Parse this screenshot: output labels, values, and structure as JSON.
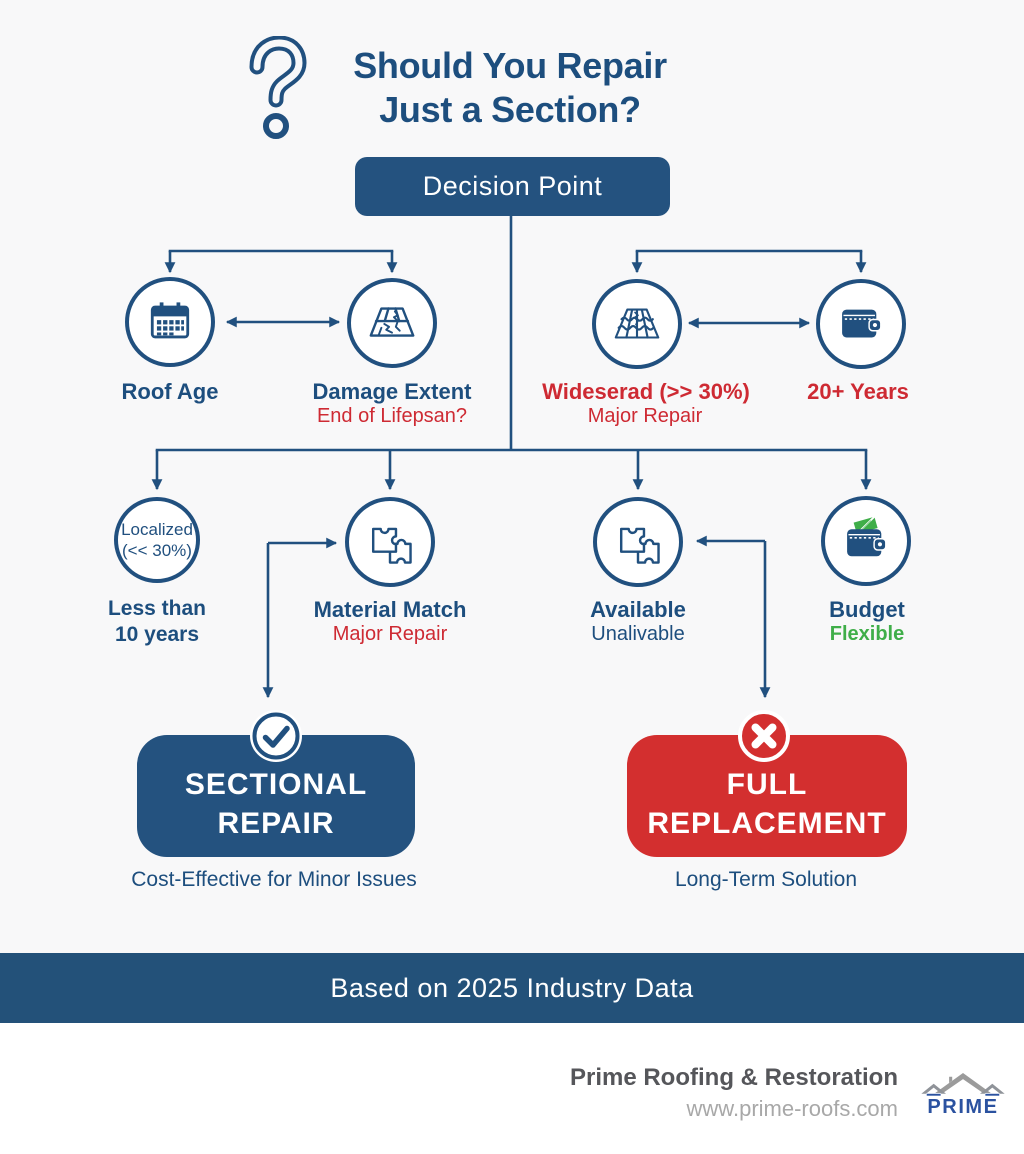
{
  "colors": {
    "blue": "#21507f",
    "text_blue": "#1d4e7e",
    "red_text": "#ce2a33",
    "box_red": "#d32f2f",
    "green": "#3fae49",
    "band_blue": "#235179"
  },
  "header": {
    "title_line1": "Should You Repair",
    "title_line2": "Just a Section?"
  },
  "decision": {
    "label": "Decision Point"
  },
  "factors_top": [
    {
      "icon": "calendar-icon",
      "label": "Roof Age",
      "sublabel": ""
    },
    {
      "icon": "damaged-roof-icon",
      "label": "Damage Extent",
      "sublabel": "End of Lifepsan?"
    },
    {
      "icon": "tile-roof-icon",
      "label": "Wideserad (>> 30%)",
      "sublabel": "Major Repair"
    },
    {
      "icon": "wallet-icon",
      "label": "20+ Years",
      "sublabel": ""
    }
  ],
  "factors_bottom": [
    {
      "icon": "localized-circle",
      "circle_line1": "Localized",
      "circle_line2": "(<< 30%)",
      "label_line1": "Less than",
      "label_line2": "10 years"
    },
    {
      "icon": "puzzle-icon",
      "label": "Material Match",
      "sublabel": "Major Repair"
    },
    {
      "icon": "puzzle-icon",
      "label": "Available",
      "sublabel": "Unalivable"
    },
    {
      "icon": "wallet-money-icon",
      "label": "Budget",
      "sublabel": "Flexible"
    }
  ],
  "outcomes": {
    "sectional": {
      "title_line1": "SECTIONAL",
      "title_line2": "REPAIR",
      "caption": "Cost-Effective for Minor Issues",
      "badge": "check"
    },
    "full": {
      "title_line1": "FULL",
      "title_line2": "REPLACEMENT",
      "caption": "Long-Term Solution",
      "badge": "x"
    }
  },
  "band": {
    "text": "Based on 2025 Industry Data"
  },
  "branding": {
    "company": "Prime Roofing & Restoration",
    "website": "www.prime-roofs.com",
    "logo_text": "PRIME"
  }
}
